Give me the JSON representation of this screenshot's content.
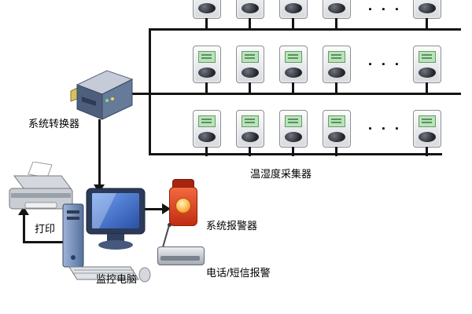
{
  "labels": {
    "converter": "系统转换器",
    "printer": "打印",
    "computer": "监控电脑",
    "sensor_group": "温湿度采集器",
    "alarm": "系统报警器",
    "phone_alarm": "电话/短信报警"
  },
  "sensor_rows": [
    {
      "name": "row-1",
      "sensors": 4,
      "trailing": 1,
      "ellipsis": "▪ ▪ ▪"
    },
    {
      "name": "row-2",
      "sensors": 4,
      "trailing": 1,
      "ellipsis": "▪ ▪ ▪"
    },
    {
      "name": "row-3",
      "sensors": 4,
      "trailing": 1,
      "ellipsis": "▪ ▪ ▪"
    }
  ],
  "colors": {
    "wire_line": "#141414",
    "sensor_screen_green": "#b9e4ba",
    "alarm_red": "#c02d12",
    "monitor_screen_blue": "#3f6fd0",
    "converter_blue": "#55688a"
  }
}
